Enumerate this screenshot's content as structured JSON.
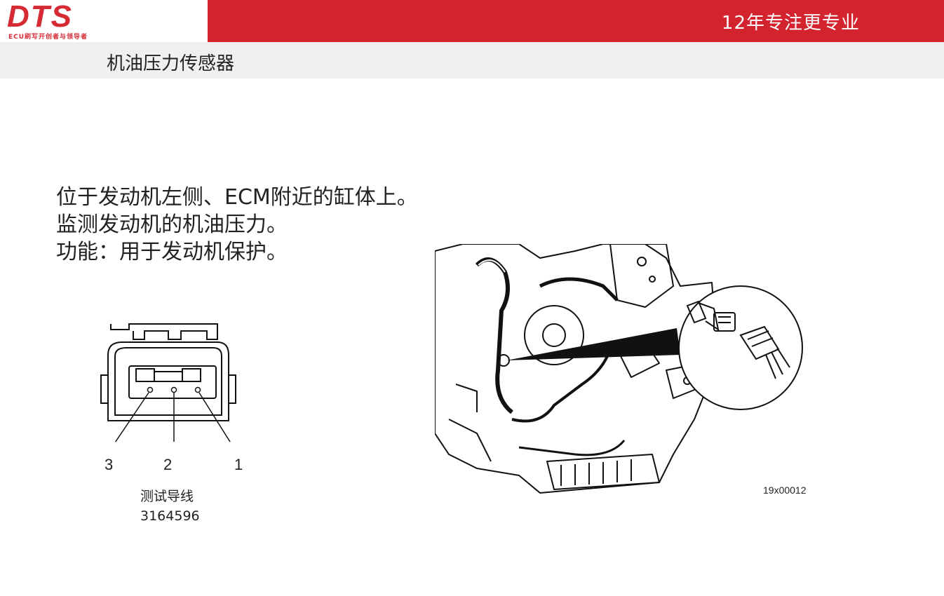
{
  "header": {
    "logo": "DTS",
    "logo_tagline": "ECU刷写开创者与领导者",
    "slogan": "12年专注更专业",
    "accent_color": "#d2232f"
  },
  "page_title": "机油压力传感器",
  "content": {
    "lines": [
      "位于发动机左侧、ECM附近的缸体上。",
      "监测发动机的机油压力。",
      "功能：用于发动机保护。"
    ]
  },
  "connector_figure": {
    "pins": [
      "3",
      "2",
      "1"
    ],
    "caption_name": "测试导线",
    "caption_number": "3164596"
  },
  "engine_figure": {
    "figure_id": "19x00012"
  }
}
